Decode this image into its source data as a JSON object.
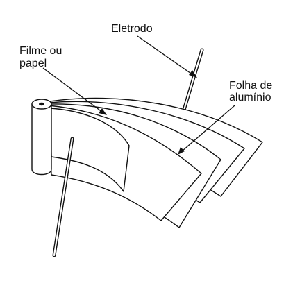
{
  "diagram": {
    "labels": {
      "eletrodo": "Eletrodo",
      "filme_line1": "Filme ou",
      "filme_line2": "papel",
      "folha_line1": "Folha de",
      "folha_line2": "alumínio"
    },
    "colors": {
      "ink": "#111111",
      "paper": "#ffffff"
    }
  }
}
